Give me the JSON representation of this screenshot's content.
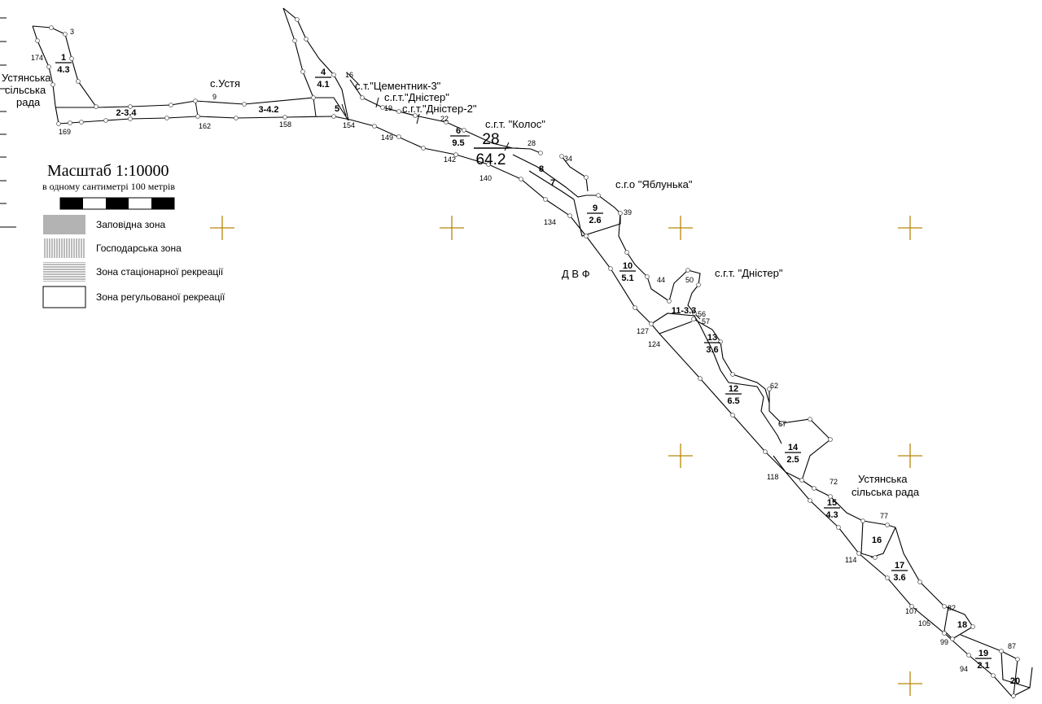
{
  "scale": {
    "title": "Масштаб  1:10000",
    "subtitle": "в одному сантиметрі 100 метрів"
  },
  "legend": [
    {
      "label": "Заповідна зона",
      "pattern": "solid-gray"
    },
    {
      "label": "Господарська зона",
      "pattern": "vertical-lines"
    },
    {
      "label": "Зона стаціонарної рекреації",
      "pattern": "horizontal-lines"
    },
    {
      "label": "Зона регульованої рекреації",
      "pattern": "blank"
    }
  ],
  "places": {
    "ustya_rada_nw_1": "Устянська",
    "ustya_rada_nw_2": "сільська",
    "ustya_rada_nw_3": "рада",
    "village_ustya": "с.Устя",
    "tsementnyk": "с.т.\"Цементник-3\"",
    "dnister_1": "с.г.т.\"Дністер\"",
    "dnister_2": "с.г.т.\"Дністер-2\"",
    "kolos": "с.г.т. \"Колос\"",
    "yablunka": "с.г.о \"Яблунька\"",
    "dvf": "Д В Ф",
    "dnister_3": "с.г.т. \"Дністер\"",
    "ustya_rada_se_1": "Устянська",
    "ustya_rada_se_2": "сільська рада"
  },
  "plots": [
    {
      "id": "p1",
      "top": "1",
      "bottom": "4.3"
    },
    {
      "id": "p2",
      "label": "2-3.4"
    },
    {
      "id": "p3",
      "label": "3-4.2"
    },
    {
      "id": "p4",
      "top": "4",
      "bottom": "4.1"
    },
    {
      "id": "p5",
      "label": "5"
    },
    {
      "id": "p6",
      "top": "6",
      "bottom": "9.5"
    },
    {
      "id": "p28",
      "top": "28",
      "bottom": "64.2"
    },
    {
      "id": "p7",
      "label": "7"
    },
    {
      "id": "p8",
      "label": "8"
    },
    {
      "id": "p9",
      "top": "9",
      "bottom": "2.6"
    },
    {
      "id": "p10",
      "top": "10",
      "bottom": "5.1"
    },
    {
      "id": "p11",
      "label": "11-3.3"
    },
    {
      "id": "p13",
      "top": "13",
      "bottom": "3.6"
    },
    {
      "id": "p12",
      "top": "12",
      "bottom": "6.5"
    },
    {
      "id": "p14",
      "top": "14",
      "bottom": "2.5"
    },
    {
      "id": "p15",
      "top": "15",
      "bottom": "4.3"
    },
    {
      "id": "p16",
      "label": "16"
    },
    {
      "id": "p17",
      "top": "17",
      "bottom": "3.6"
    },
    {
      "id": "p18",
      "label": "18"
    },
    {
      "id": "p19",
      "top": "19",
      "bottom": "2.1"
    },
    {
      "id": "p20",
      "label": "20"
    }
  ],
  "points": [
    "3",
    "174",
    "169",
    "9",
    "162",
    "158",
    "154",
    "16",
    "19",
    "22",
    "149",
    "142",
    "140",
    "28",
    "34",
    "134",
    "39",
    "44",
    "50",
    "56",
    "57",
    "127",
    "124",
    "62",
    "67",
    "118",
    "72",
    "77",
    "114",
    "82",
    "107",
    "105",
    "99",
    "87",
    "94"
  ]
}
